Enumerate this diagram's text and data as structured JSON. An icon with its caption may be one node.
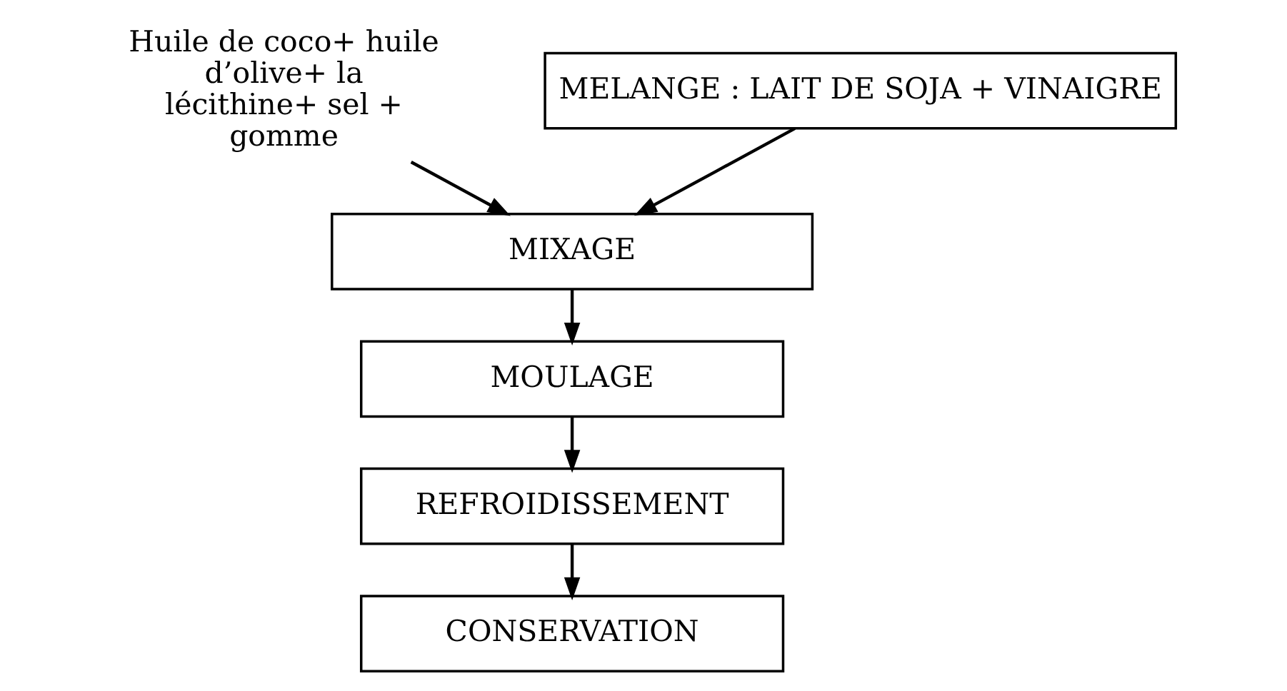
{
  "diagram": {
    "nodes": [
      {
        "text": [
          "Huile de coco+ huile d’olive+ la lécithine+ sel + gomme"
        ]
      },
      {
        "text": [
          "MELANGE : LAIT DE SOJA + VINAIGRE"
        ]
      },
      {
        "text": [
          "MIXAGE"
        ]
      },
      {
        "text": [
          "MOULAGE"
        ]
      },
      {
        "text": [
          "REFROIDISSEMENT"
        ]
      },
      {
        "text": [
          "CONSERVATION"
        ]
      }
    ],
    "edges": [
      {
        "from": 0,
        "to": 2,
        "arrow": "to"
      },
      {
        "from": 1,
        "to": 2,
        "arrow": "to"
      },
      {
        "from": 2,
        "to": 3,
        "arrow": "to"
      },
      {
        "from": 3,
        "to": 4,
        "arrow": "to"
      },
      {
        "from": 4,
        "to": 5,
        "arrow": "to"
      }
    ]
  }
}
